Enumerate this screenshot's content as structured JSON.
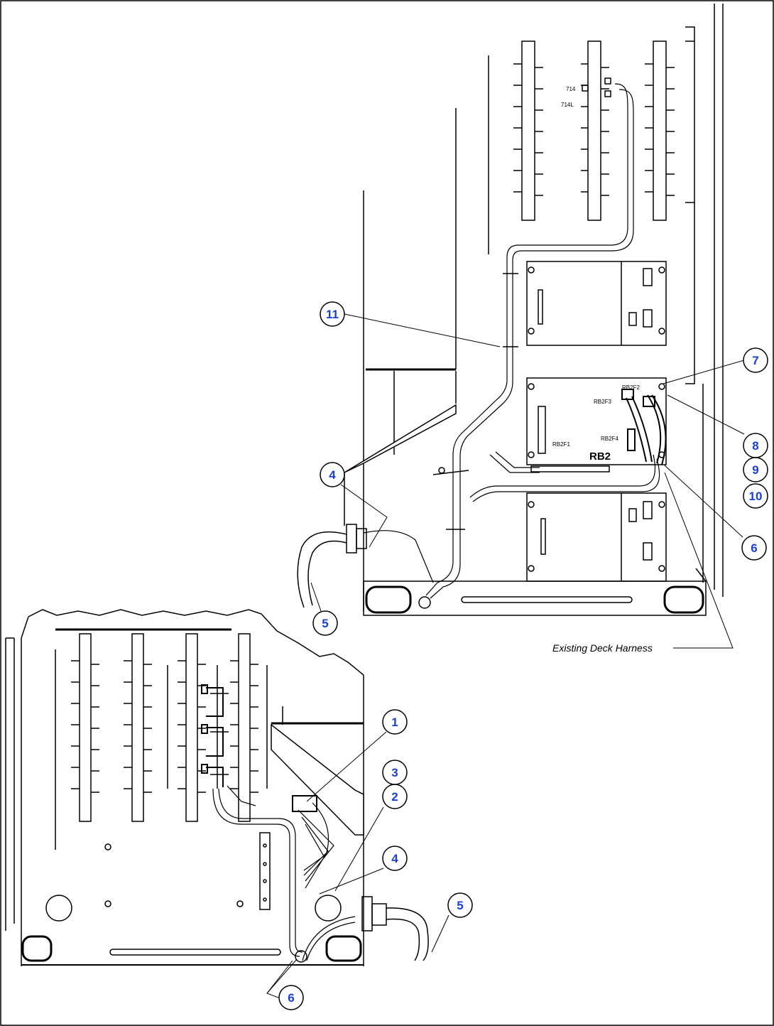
{
  "labels": {
    "existing_harness": "Existing Deck Harness",
    "rb2": "RB2",
    "rb2f1": "RB2F1",
    "rb2f2": "RB2F2",
    "rb2f3": "RB2F3",
    "rb2f4": "RB2F4",
    "t14": "714",
    "t14l": "714L"
  },
  "callouts": {
    "c1": "1",
    "c2": "2",
    "c3": "3",
    "c4_lower": "4",
    "c4_upper": "4",
    "c5_lower": "5",
    "c5_upper": "5",
    "c6_lower": "6",
    "c6_upper": "6",
    "c7": "7",
    "c8": "8",
    "c9": "9",
    "c10": "10",
    "c11": "11"
  },
  "colors": {
    "callout_text": "#1a3fd6",
    "line": "#000000"
  }
}
